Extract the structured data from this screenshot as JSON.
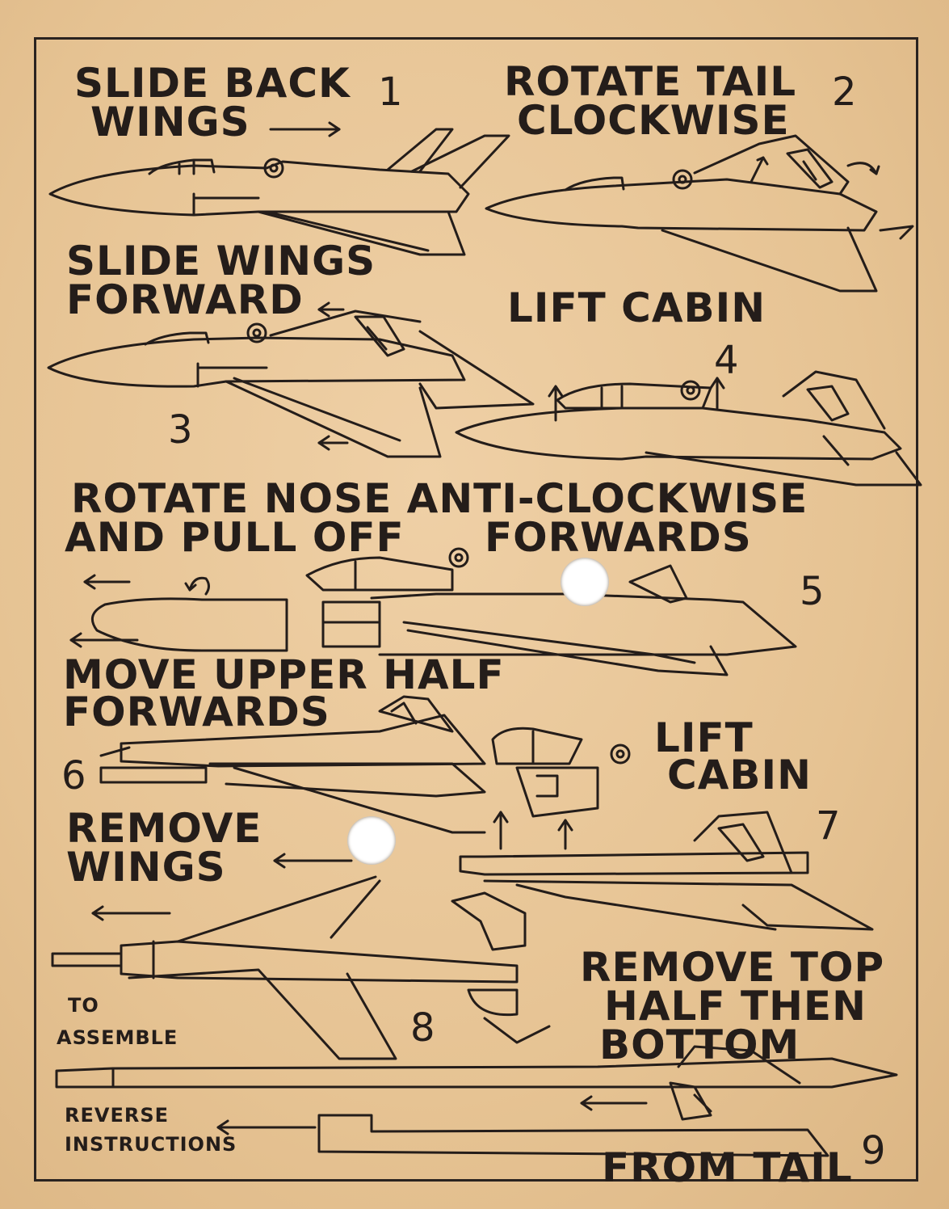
{
  "steps": [
    {
      "number": "1",
      "lines": [
        "SLIDE BACK",
        "WINGS"
      ]
    },
    {
      "number": "2",
      "lines": [
        "ROTATE TAIL",
        "CLOCKWISE"
      ]
    },
    {
      "number": "3",
      "lines": [
        "SLIDE WINGS",
        "FORWARD"
      ]
    },
    {
      "number": "4",
      "lines": [
        "LIFT CABIN"
      ]
    },
    {
      "number": "5",
      "lines": [
        "ROTATE NOSE ANTI-CLOCKWISE",
        "AND PULL OFF",
        "FORWARDS"
      ]
    },
    {
      "number": "6",
      "lines": [
        "MOVE UPPER HALF",
        "FORWARDS"
      ]
    },
    {
      "number": "7",
      "lines": [
        "LIFT",
        "CABIN"
      ]
    },
    {
      "number": "8",
      "lines": [
        "REMOVE",
        "WINGS"
      ]
    },
    {
      "number": "9",
      "lines": [
        "REMOVE TOP",
        "HALF THEN",
        "BOTTOM",
        "FROM TAIL"
      ]
    }
  ],
  "assemble_note": [
    "TO",
    "ASSEMBLE",
    "REVERSE",
    "INSTRUCTIONS"
  ],
  "colors": {
    "paper": "#e9c79b",
    "ink": "#241d1a",
    "hole": "#ffffff"
  },
  "icons": [
    "jet-plane-illustration",
    "arrow-right-icon",
    "arrow-left-icon",
    "arrow-up-icon",
    "rotate-arrow-icon"
  ]
}
